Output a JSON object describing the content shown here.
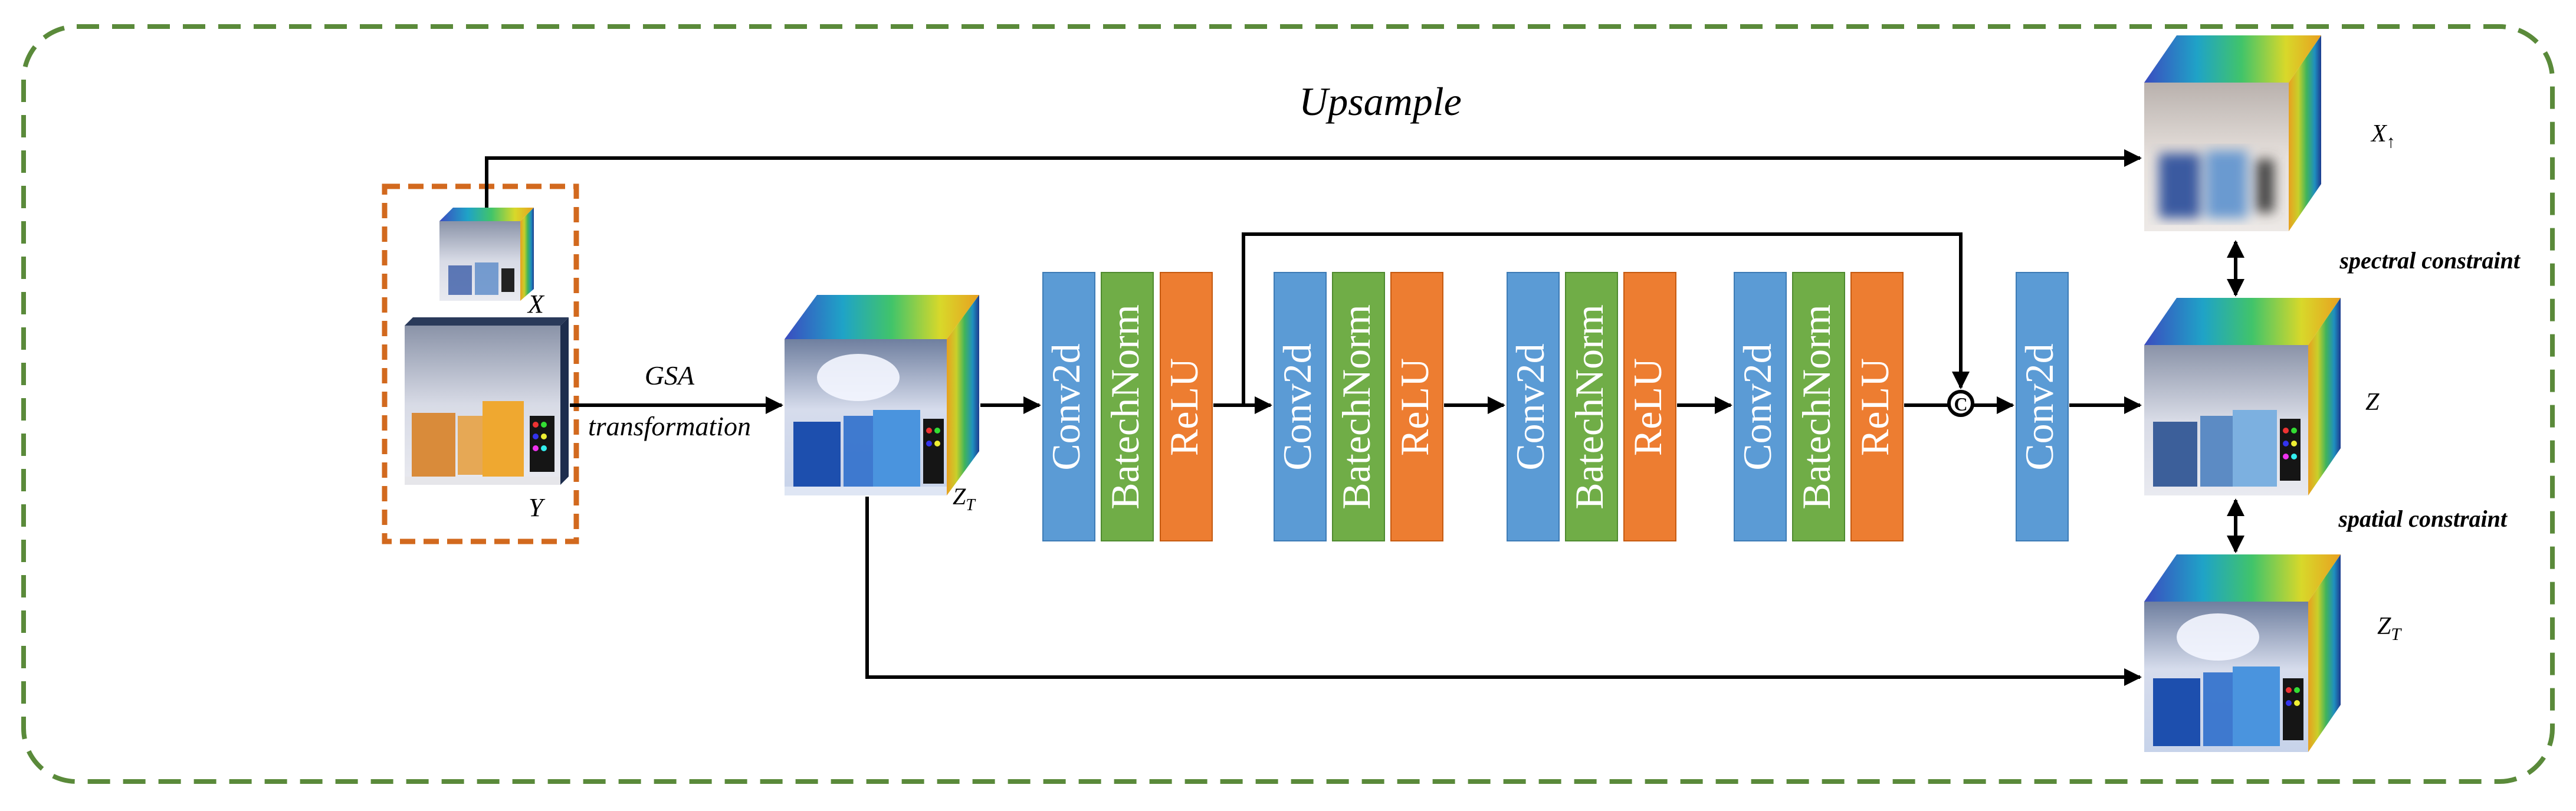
{
  "diagram": {
    "upsample_label": "Upsample",
    "gsa_label": "GSA",
    "transformation_label": "transformation",
    "x_label": "X",
    "y_label": "Y",
    "zt_label_main": "Z",
    "zt_label_sub": "T",
    "x_up_label_main": "X",
    "x_up_label_sub": "↑",
    "z_label": "Z",
    "zt_out_label_main": "Z",
    "zt_out_label_sub": "T",
    "spectral_constraint_label": "spectral constraint",
    "spatial_constraint_label": "spatial constraint",
    "concat_symbol": "C",
    "blocks": [
      {
        "conv": "Conv2d",
        "bn": "BatechNorm",
        "relu": "ReLU"
      },
      {
        "conv": "Conv2d",
        "bn": "BatechNorm",
        "relu": "ReLU"
      },
      {
        "conv": "Conv2d",
        "bn": "BatechNorm",
        "relu": "ReLU"
      },
      {
        "conv": "Conv2d",
        "bn": "BatechNorm",
        "relu": "ReLU"
      }
    ],
    "final_conv": "Conv2d",
    "colors": {
      "frame_green": "#5a8a3a",
      "input_box_orange": "#d2691e",
      "conv_blue": "#5b9bd5",
      "bn_green": "#70ad47",
      "relu_orange": "#ed7d31",
      "arrow": "#000000"
    }
  }
}
